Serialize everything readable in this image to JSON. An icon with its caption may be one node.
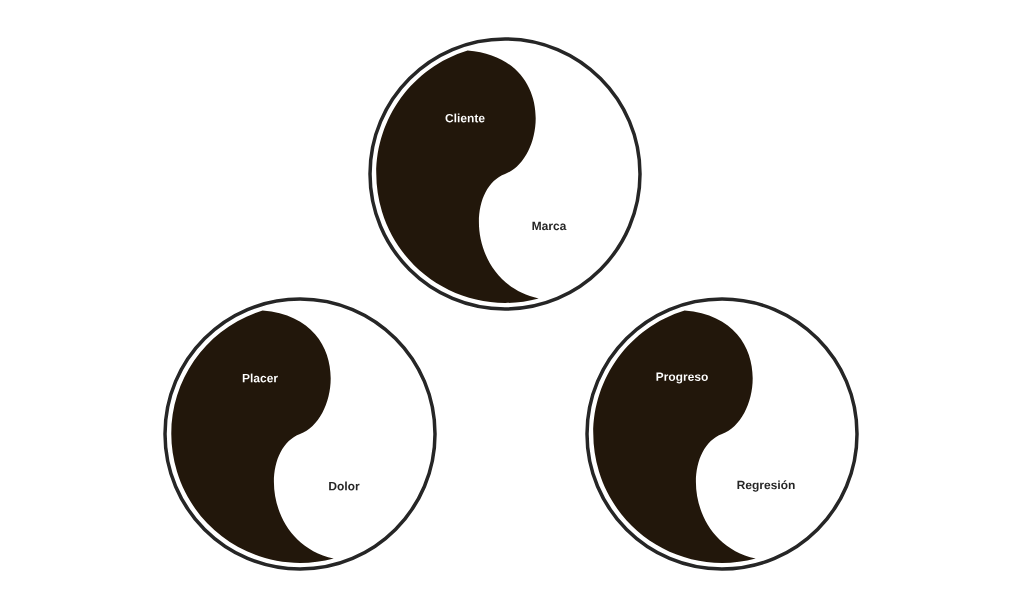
{
  "diagram": {
    "nodes": [
      {
        "text": [
          "Cliente",
          "Marca"
        ]
      },
      {
        "text": [
          "Placer",
          "Dolor"
        ]
      },
      {
        "text": [
          "Progreso",
          "Regresión"
        ]
      }
    ]
  }
}
